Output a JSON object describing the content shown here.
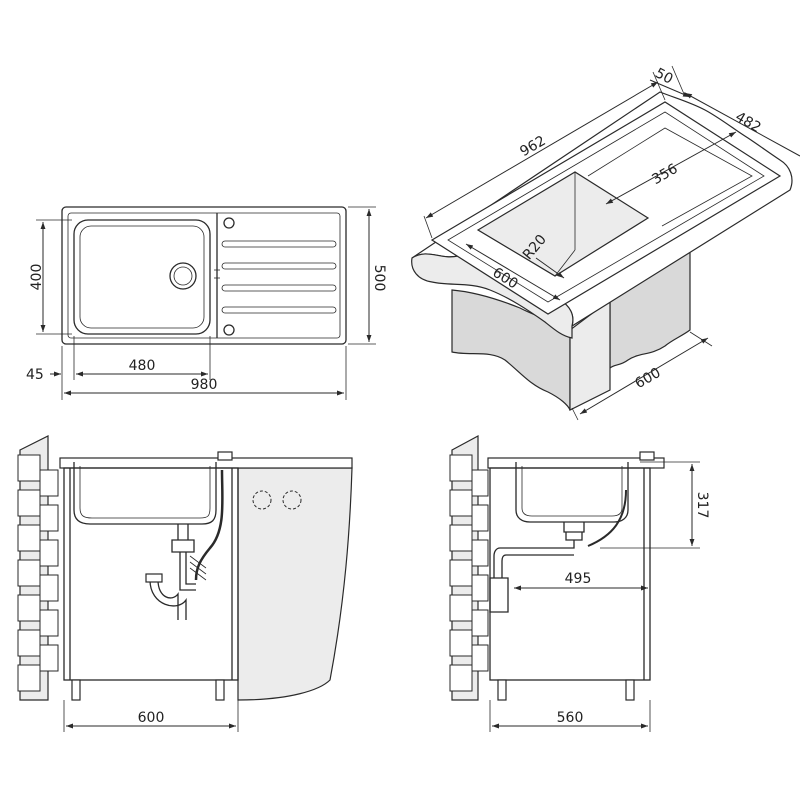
{
  "top_view": {
    "bowl_depth_400": "400",
    "overall_depth_500": "500",
    "edge_offset_45": "45",
    "bowl_width_480": "480",
    "overall_width_980": "980"
  },
  "isometric_view": {
    "rim_50": "50",
    "depth_482": "482",
    "length_962": "962",
    "drainer_356": "356",
    "radius_r20": "R20",
    "cabinet_600_front": "600",
    "cabinet_600_side": "600"
  },
  "front_section": {
    "cabinet_width_600": "600"
  },
  "side_section": {
    "bowl_depth_317": "317",
    "trap_offset_495": "495",
    "cabinet_depth_560": "560"
  }
}
